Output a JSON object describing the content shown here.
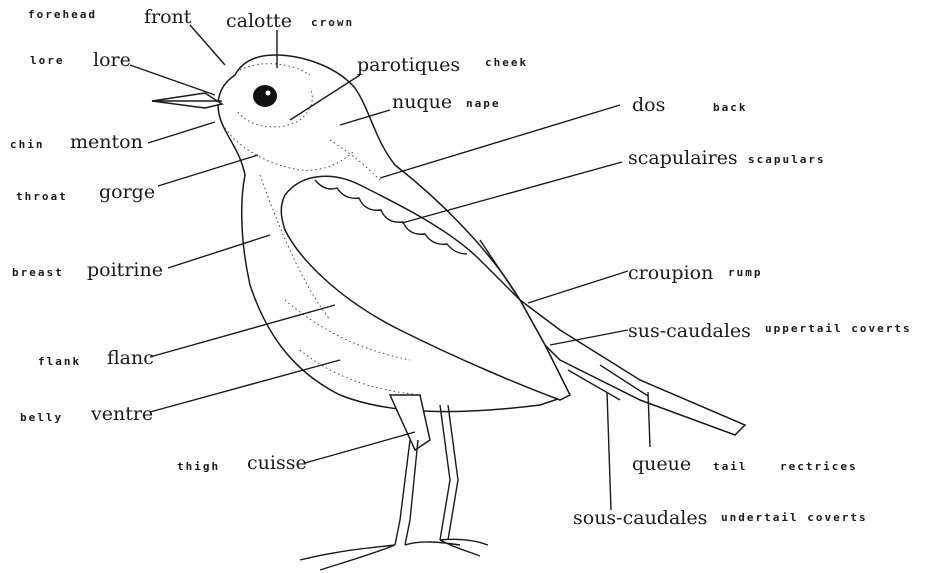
{
  "labels": {
    "forehead": {
      "fr": "front",
      "en": "forehead"
    },
    "crown": {
      "fr": "calotte",
      "en": "crown"
    },
    "lore": {
      "fr": "lore",
      "en": "lore"
    },
    "cheek": {
      "fr": "parotiques",
      "en": "cheek"
    },
    "nape": {
      "fr": "nuque",
      "en": "nape"
    },
    "back": {
      "fr": "dos",
      "en": "back"
    },
    "chin": {
      "fr": "menton",
      "en": "chin"
    },
    "scapulars": {
      "fr": "scapulaires",
      "en": "scapulars"
    },
    "throat": {
      "fr": "gorge",
      "en": "throat"
    },
    "breast": {
      "fr": "poitrine",
      "en": "breast"
    },
    "rump": {
      "fr": "croupion",
      "en": "rump"
    },
    "uppertail_coverts": {
      "fr": "sus-caudales",
      "en": "uppertail coverts"
    },
    "flank": {
      "fr": "flanc",
      "en": "flank"
    },
    "belly": {
      "fr": "ventre",
      "en": "belly"
    },
    "thigh": {
      "fr": "cuisse",
      "en": "thigh"
    },
    "tail": {
      "fr": "queue",
      "en": "tail",
      "extra": "rectrices"
    },
    "undertail_coverts": {
      "fr": "sous-caudales",
      "en": "undertail coverts"
    }
  }
}
